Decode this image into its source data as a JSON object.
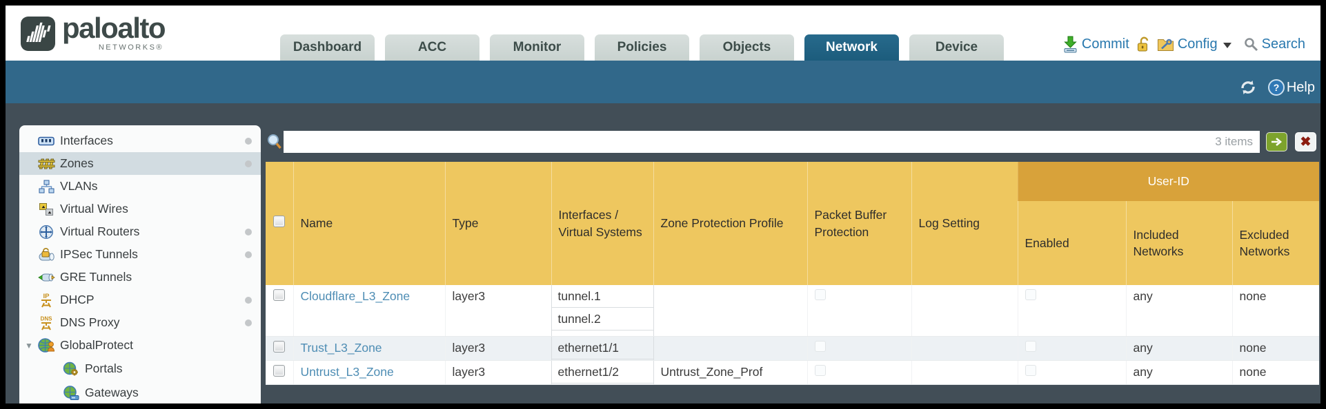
{
  "header": {
    "brand": {
      "name": "paloalto",
      "subtitle": "NETWORKS®"
    },
    "tabs": [
      {
        "label": "Dashboard",
        "active": false
      },
      {
        "label": "ACC",
        "active": false
      },
      {
        "label": "Monitor",
        "active": false
      },
      {
        "label": "Policies",
        "active": false
      },
      {
        "label": "Objects",
        "active": false
      },
      {
        "label": "Network",
        "active": true
      },
      {
        "label": "Device",
        "active": false
      }
    ],
    "actions": {
      "commit": "Commit",
      "config": "Config",
      "search": "Search"
    }
  },
  "toolbar": {
    "help_label": "Help"
  },
  "sidebar": {
    "items": [
      {
        "label": "Interfaces",
        "dot": true
      },
      {
        "label": "Zones",
        "dot": true,
        "selected": true
      },
      {
        "label": "VLANs",
        "dot": false
      },
      {
        "label": "Virtual Wires",
        "dot": false
      },
      {
        "label": "Virtual Routers",
        "dot": true
      },
      {
        "label": "IPSec Tunnels",
        "dot": true
      },
      {
        "label": "GRE Tunnels",
        "dot": false
      },
      {
        "label": "DHCP",
        "dot": true
      },
      {
        "label": "DNS Proxy",
        "dot": true
      },
      {
        "label": "GlobalProtect",
        "dot": false,
        "expanded": true
      },
      {
        "label": "Portals",
        "dot": false,
        "child": true
      },
      {
        "label": "Gateways",
        "dot": false,
        "child": true
      }
    ]
  },
  "filterbar": {
    "items_count": "3 items"
  },
  "table": {
    "group_header": "User-ID",
    "columns": [
      "Name",
      "Type",
      "Interfaces / Virtual Systems",
      "Zone Protection Profile",
      "Packet Buffer Protection",
      "Log Setting",
      "Enabled",
      "Included Networks",
      "Excluded Networks"
    ],
    "rows": [
      {
        "name": "Cloudflare_L3_Zone",
        "type": "layer3",
        "interfaces": [
          "tunnel.1",
          "tunnel.2"
        ],
        "zone_protection_profile": "",
        "log_setting": "",
        "included_networks": "any",
        "excluded_networks": "none"
      },
      {
        "name": "Trust_L3_Zone",
        "type": "layer3",
        "interfaces": [
          "ethernet1/1"
        ],
        "zone_protection_profile": "",
        "log_setting": "",
        "included_networks": "any",
        "excluded_networks": "none"
      },
      {
        "name": "Untrust_L3_Zone",
        "type": "layer3",
        "interfaces": [
          "ethernet1/2"
        ],
        "zone_protection_profile": "Untrust_Zone_Prof",
        "log_setting": "",
        "included_networks": "any",
        "excluded_networks": "none"
      }
    ]
  },
  "colors": {
    "band_teal": "#31688a",
    "active_tab": "#1c5c7c",
    "header_amber": "#eec75f",
    "group_amber": "#d8a23a",
    "content_slate": "#424e57",
    "link_blue": "#4e8db4"
  }
}
